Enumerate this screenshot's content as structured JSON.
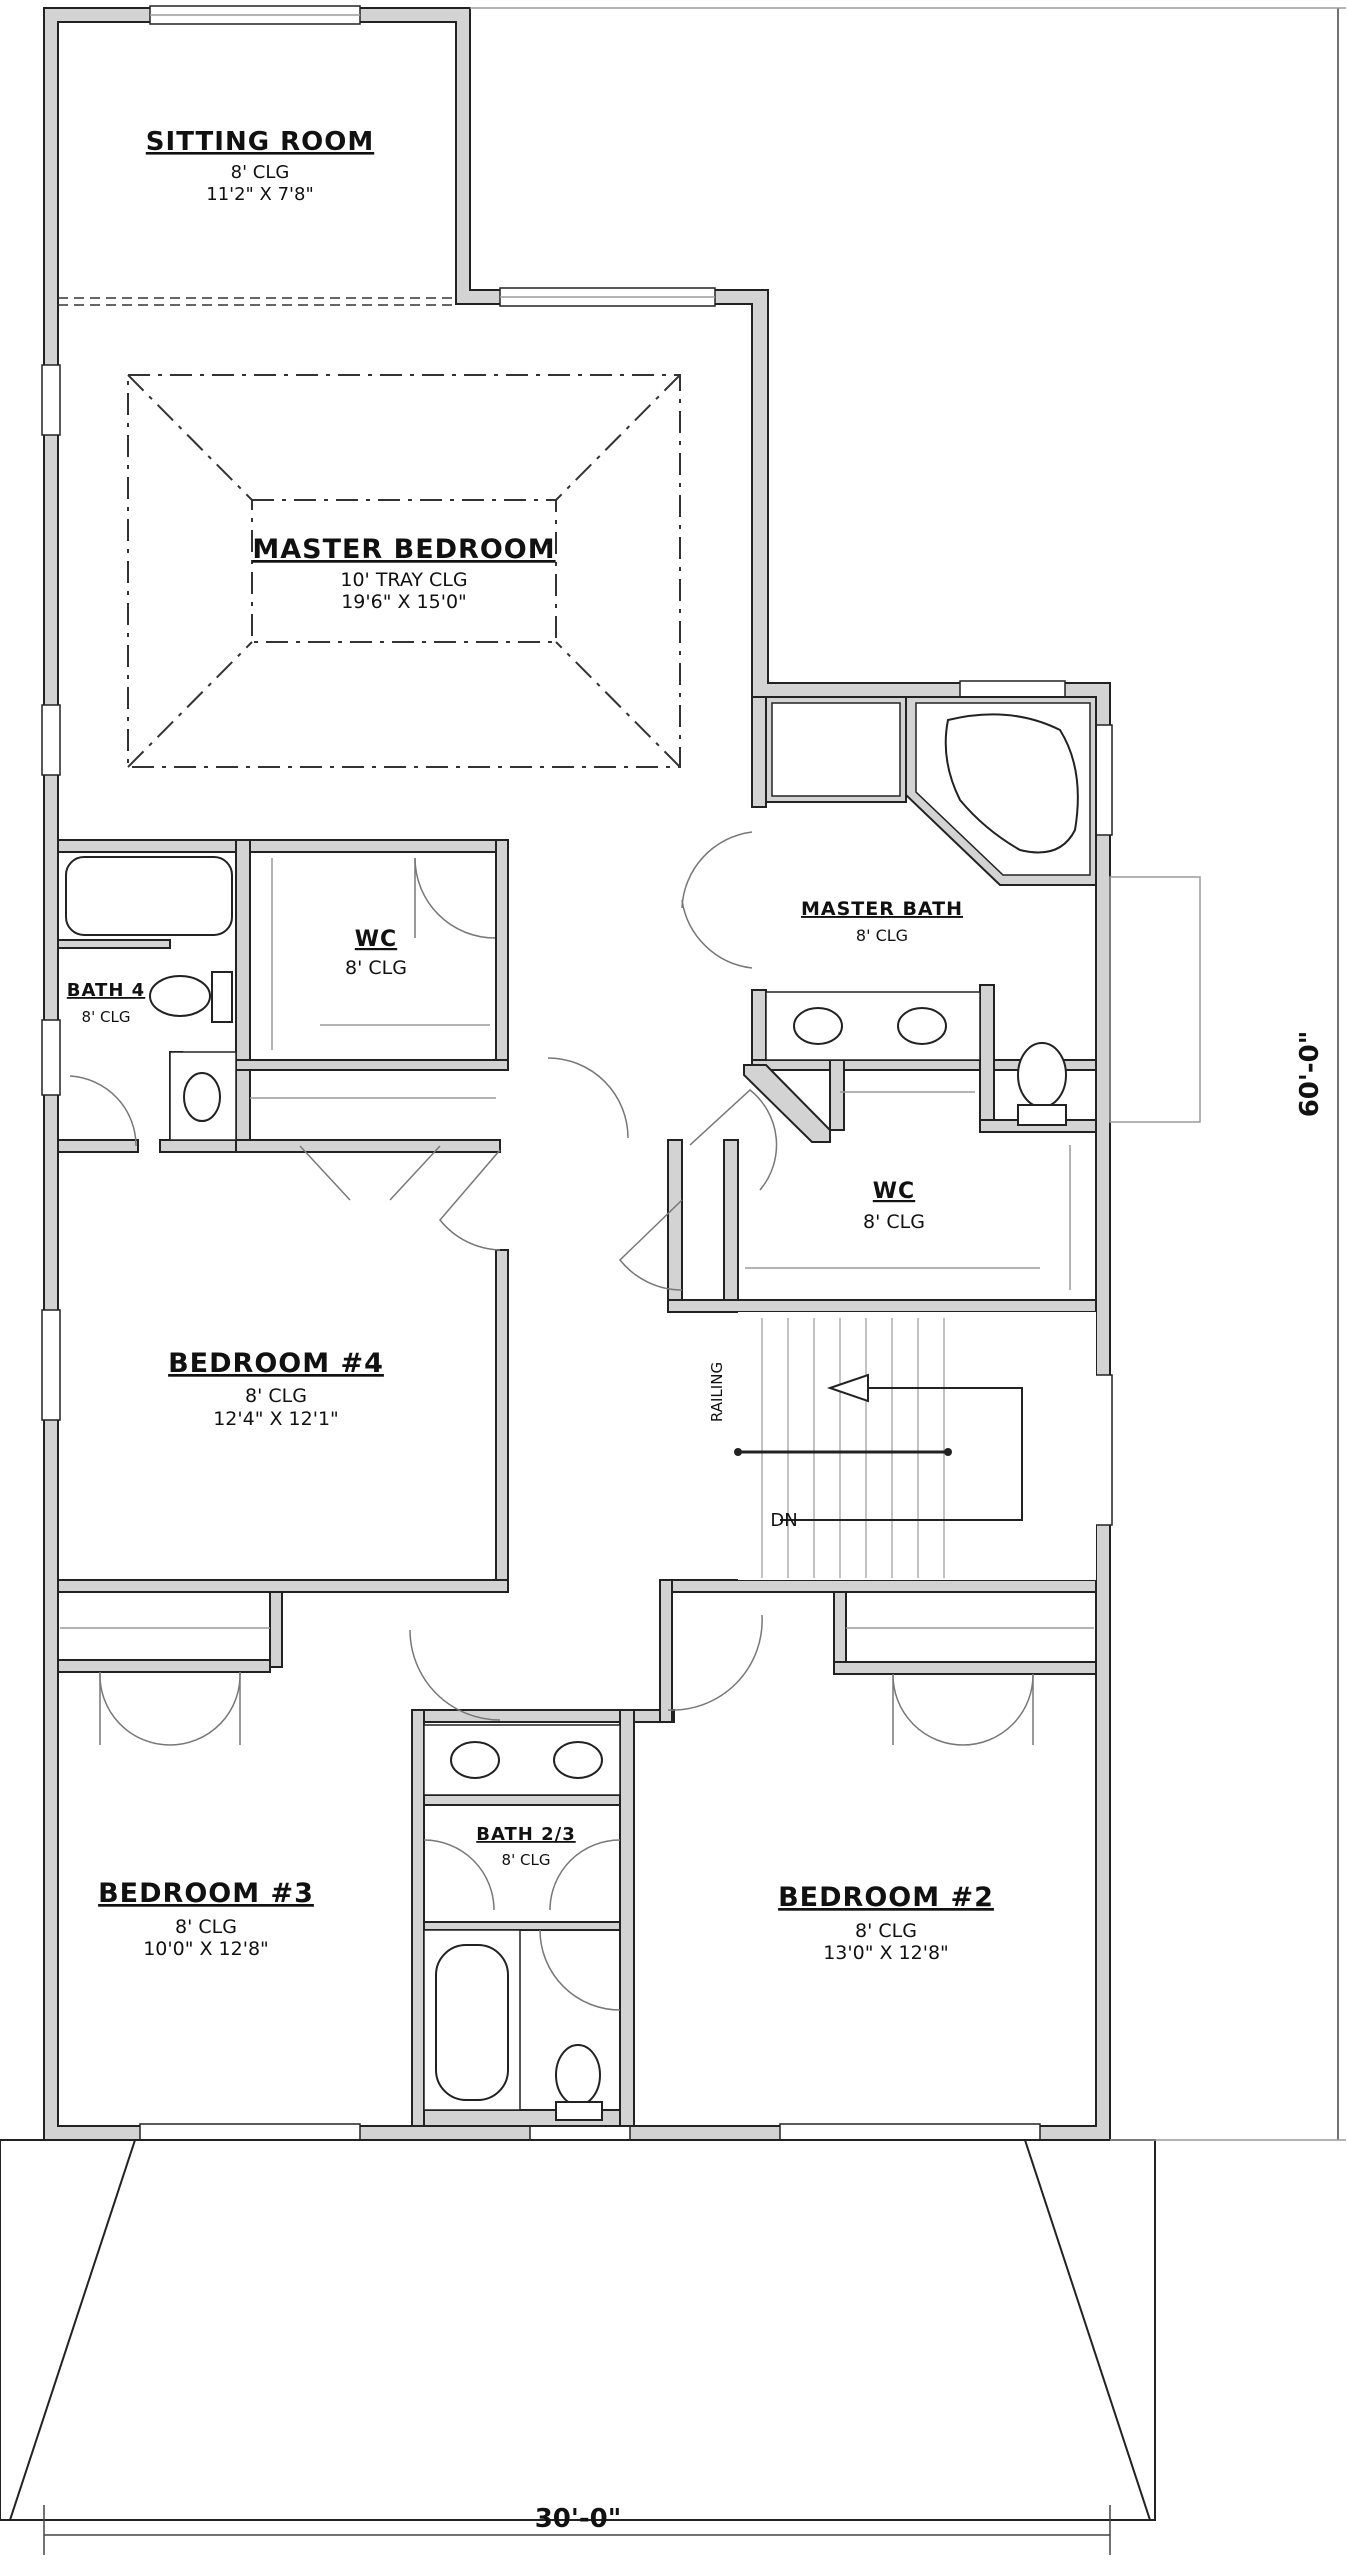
{
  "rooms": {
    "sitting_room": {
      "name": "SITTING ROOM",
      "ceiling": "8' CLG",
      "size": "11'2\" X 7'8\""
    },
    "master_bedroom": {
      "name": "MASTER BEDROOM",
      "ceiling": "10' TRAY CLG",
      "size": "19'6\" X 15'0\""
    },
    "master_bath": {
      "name": "MASTER BATH",
      "ceiling": "8' CLG"
    },
    "wc_left": {
      "name": "WC",
      "ceiling": "8' CLG"
    },
    "wc_right": {
      "name": "WC",
      "ceiling": "8' CLG"
    },
    "bath_4": {
      "name": "BATH 4",
      "ceiling": "8' CLG"
    },
    "bedroom_4": {
      "name": "BEDROOM #4",
      "ceiling": "8' CLG",
      "size": "12'4\" X 12'1\""
    },
    "bedroom_3": {
      "name": "BEDROOM #3",
      "ceiling": "8' CLG",
      "size": "10'0\" X 12'8\""
    },
    "bath_2_3": {
      "name": "BATH 2/3",
      "ceiling": "8' CLG"
    },
    "bedroom_2": {
      "name": "BEDROOM #2",
      "ceiling": "8' CLG",
      "size": "13'0\" X 12'8\""
    }
  },
  "stair": {
    "railing": "RAILING",
    "down": "DN"
  },
  "dimensions": {
    "width": "30'-0\"",
    "depth": "60'-0\""
  }
}
